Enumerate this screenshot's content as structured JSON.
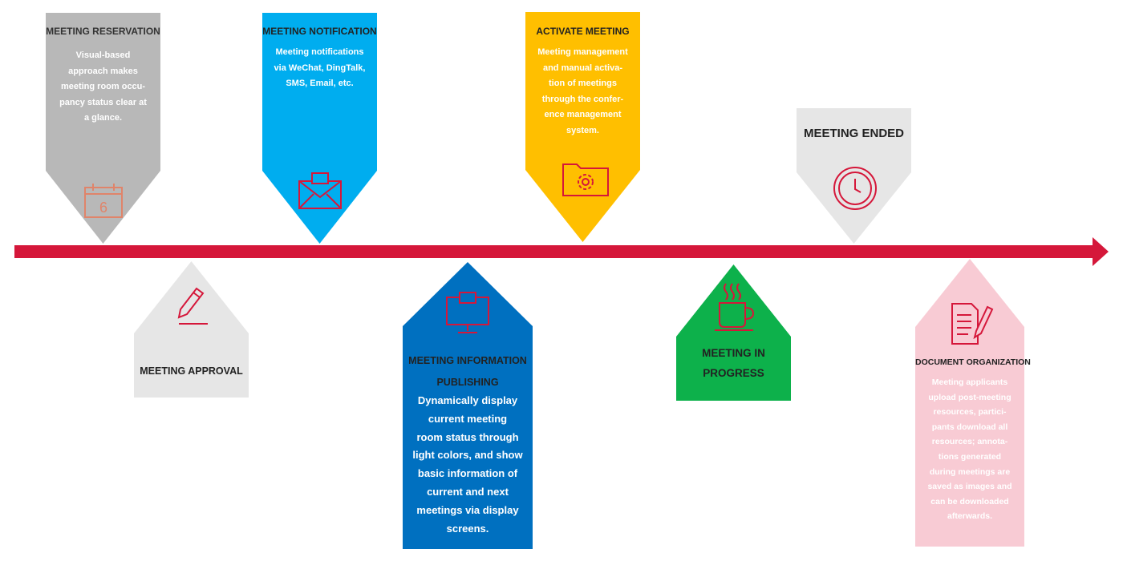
{
  "colors": {
    "timeline": "#d5173a",
    "gray": "#b8b8b8",
    "light_gray": "#e6e6e6",
    "blue": "#00adef",
    "yellow": "#ffbf00",
    "dark_blue": "#0070c0",
    "green": "#0db14b",
    "pink": "#f8cbd4",
    "icon_red": "#d5173a"
  },
  "steps": [
    {
      "title": "MEETING RESERVATION",
      "desc": [
        "Visual-based",
        "approach makes",
        "meeting room occu-",
        "pancy status clear at",
        "a glance."
      ],
      "icon": "calendar-icon",
      "icon_text": "6"
    },
    {
      "title": "MEETING APPROVAL",
      "icon": "pen-icon"
    },
    {
      "title": "MEETING NOTIFICATION",
      "desc": [
        "Meeting notifications",
        "via WeChat, DingTalk,",
        "SMS, Email, etc."
      ],
      "icon": "envelope-icon"
    },
    {
      "title_lines": [
        "MEETING INFORMATION",
        "PUBLISHING"
      ],
      "desc": [
        "Dynamically display",
        "current meeting",
        "room status through",
        "light colors, and show",
        "basic information of",
        "current and next",
        "meetings via display",
        "screens."
      ],
      "icon": "monitor-icon"
    },
    {
      "title": "ACTIVATE MEETING",
      "desc": [
        "Meeting management",
        "and manual activa-",
        "tion of meetings",
        "through the confer-",
        "ence management",
        "system."
      ],
      "icon": "folder-gear-icon"
    },
    {
      "title_lines": [
        "MEETING IN",
        "PROGRESS"
      ],
      "icon": "coffee-cup-icon"
    },
    {
      "title": "MEETING ENDED",
      "icon": "clock-icon"
    },
    {
      "title": "DOCUMENT ORGANIZATION",
      "desc": [
        "Meeting applicants",
        "upload post-meeting",
        "resources, partici-",
        "pants download all",
        "resources; annota-",
        "tions generated",
        "during meetings are",
        "saved as images and",
        "can be downloaded",
        "afterwards."
      ],
      "icon": "document-pen-icon"
    }
  ]
}
